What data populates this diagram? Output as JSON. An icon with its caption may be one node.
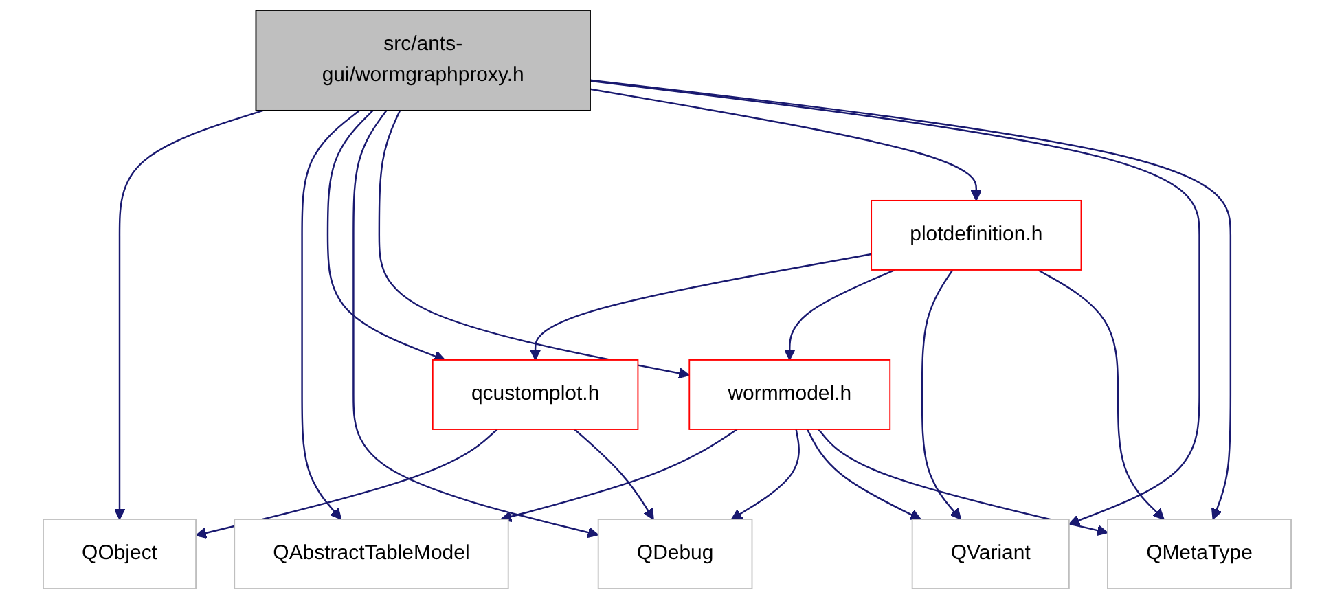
{
  "diagram": {
    "nodes": [
      {
        "text": [
          "src/ants-gui/wormgraphproxy.h"
        ]
      },
      {
        "text": [
          "plotdefinition.h"
        ]
      },
      {
        "text": [
          "qcustomplot.h"
        ]
      },
      {
        "text": [
          "wormmodel.h"
        ]
      },
      {
        "text": [
          "QObject"
        ]
      },
      {
        "text": [
          "QAbstractTableModel"
        ]
      },
      {
        "text": [
          "QDebug"
        ]
      },
      {
        "text": [
          "QVariant"
        ]
      },
      {
        "text": [
          "QMetaType"
        ]
      }
    ],
    "edges": [
      {
        "from": 0,
        "to": 4,
        "arrow": "to"
      },
      {
        "from": 0,
        "to": 5,
        "arrow": "to"
      },
      {
        "from": 0,
        "to": 2,
        "arrow": "to"
      },
      {
        "from": 0,
        "to": 6,
        "arrow": "to"
      },
      {
        "from": 0,
        "to": 3,
        "arrow": "to"
      },
      {
        "from": 0,
        "to": 1,
        "arrow": "to"
      },
      {
        "from": 0,
        "to": 7,
        "arrow": "to"
      },
      {
        "from": 0,
        "to": 8,
        "arrow": "to"
      },
      {
        "from": 1,
        "to": 2,
        "arrow": "to"
      },
      {
        "from": 1,
        "to": 3,
        "arrow": "to"
      },
      {
        "from": 1,
        "to": 7,
        "arrow": "to"
      },
      {
        "from": 1,
        "to": 8,
        "arrow": "to"
      },
      {
        "from": 2,
        "to": 4,
        "arrow": "to"
      },
      {
        "from": 2,
        "to": 6,
        "arrow": "to"
      },
      {
        "from": 3,
        "to": 5,
        "arrow": "to"
      },
      {
        "from": 3,
        "to": 6,
        "arrow": "to"
      },
      {
        "from": 3,
        "to": 7,
        "arrow": "to"
      },
      {
        "from": 3,
        "to": 8,
        "arrow": "to"
      }
    ]
  }
}
